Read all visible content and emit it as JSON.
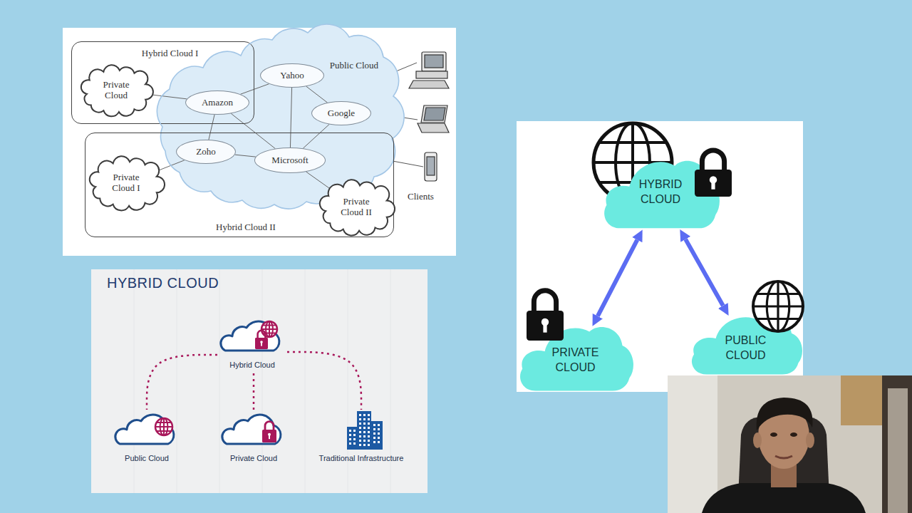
{
  "diagram": {
    "nodes": [
      {
        "text": [
          "Hybrid Cloud I"
        ]
      },
      {
        "text": [
          "Private Cloud"
        ],
        "in": 0
      },
      {
        "text": [
          "Amazon"
        ],
        "in": 0
      },
      {
        "text": [
          "Public Cloud"
        ]
      },
      {
        "text": [
          "Yahoo"
        ],
        "in": 3
      },
      {
        "text": [
          "Google"
        ],
        "in": 3
      },
      {
        "text": [
          "Hybrid Cloud II"
        ]
      },
      {
        "text": [
          "Private Cloud I"
        ],
        "in": 6
      },
      {
        "text": [
          "Zoho"
        ],
        "in": 6
      },
      {
        "text": [
          "Microsoft"
        ],
        "in": 6
      },
      {
        "text": [
          "Private Cloud II"
        ],
        "in": 6
      },
      {
        "text": [
          "Hybrid Cloud"
        ]
      },
      {
        "text": [
          "Public Cloud"
        ]
      },
      {
        "text": [
          "Private Cloud"
        ]
      },
      {
        "text": [
          "Traditional Infrastructure"
        ]
      },
      {
        "text": [
          "HYBRID CLOUD"
        ]
      },
      {
        "text": [
          "PRIVATE CLOUD"
        ]
      },
      {
        "text": [
          "PUBLIC CLOUD"
        ]
      }
    ],
    "edges": [
      {
        "from": 1,
        "to": 2,
        "arrow": "none"
      },
      {
        "from": 2,
        "to": 4,
        "arrow": "none"
      },
      {
        "from": 2,
        "to": 8,
        "arrow": "none"
      },
      {
        "from": 2,
        "to": 9,
        "arrow": "none"
      },
      {
        "from": 4,
        "to": 5,
        "arrow": "none"
      },
      {
        "from": 4,
        "to": 9,
        "arrow": "none"
      },
      {
        "from": 5,
        "to": 9,
        "arrow": "none"
      },
      {
        "from": 7,
        "to": 8,
        "arrow": "none"
      },
      {
        "from": 8,
        "to": 9,
        "arrow": "none"
      },
      {
        "from": 9,
        "to": 10,
        "arrow": "none"
      },
      {
        "from": 11,
        "to": 12,
        "arrow": "none"
      },
      {
        "from": 11,
        "to": 13,
        "arrow": "none"
      },
      {
        "from": 11,
        "to": 14,
        "arrow": "none"
      },
      {
        "from": 15,
        "to": 16,
        "arrow": "both"
      },
      {
        "from": 15,
        "to": 17,
        "arrow": "both"
      }
    ],
    "labels": [
      "Clients",
      "HYBRID CLOUD"
    ]
  }
}
